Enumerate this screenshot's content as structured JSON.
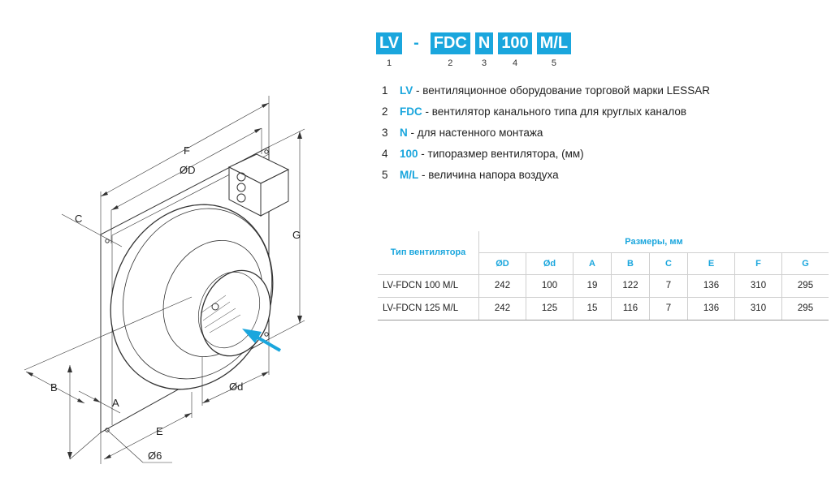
{
  "colors": {
    "accent": "#1aa6dd",
    "text": "#222222",
    "line": "#333333"
  },
  "model_code": {
    "segments": [
      {
        "text": "LV",
        "num": "1"
      },
      {
        "text": "-",
        "num": ""
      },
      {
        "text": "FDC",
        "num": "2"
      },
      {
        "text": "N",
        "num": "3"
      },
      {
        "text": "100",
        "num": "4"
      },
      {
        "text": "M/L",
        "num": "5"
      }
    ]
  },
  "legend": [
    {
      "num": "1",
      "code": "LV",
      "desc": " - вентиляционное оборудование торговой марки LESSAR"
    },
    {
      "num": "2",
      "code": "FDC",
      "desc": " - вентилятор канального типа для круглых каналов"
    },
    {
      "num": "3",
      "code": "N",
      "desc": " - для настенного монтажа"
    },
    {
      "num": "4",
      "code": "100",
      "desc": " - типоразмер вентилятора, (мм)"
    },
    {
      "num": "5",
      "code": "M/L",
      "desc": " - величина напора воздуха"
    }
  ],
  "table": {
    "type_header": "Тип вентилятора",
    "group_header": "Размеры, мм",
    "columns": [
      "ØD",
      "Ød",
      "A",
      "B",
      "C",
      "E",
      "F",
      "G"
    ],
    "rows": [
      {
        "name": "LV-FDCN 100 M/L",
        "values": [
          "242",
          "100",
          "19",
          "122",
          "7",
          "136",
          "310",
          "295"
        ]
      },
      {
        "name": "LV-FDCN 125 M/L",
        "values": [
          "242",
          "125",
          "15",
          "116",
          "7",
          "136",
          "310",
          "295"
        ]
      }
    ]
  },
  "drawing_labels": {
    "F": "F",
    "D": "ØD",
    "C": "C",
    "G": "G",
    "B": "B",
    "A": "A",
    "d": "Ød",
    "E": "E",
    "hole": "Ø6"
  }
}
